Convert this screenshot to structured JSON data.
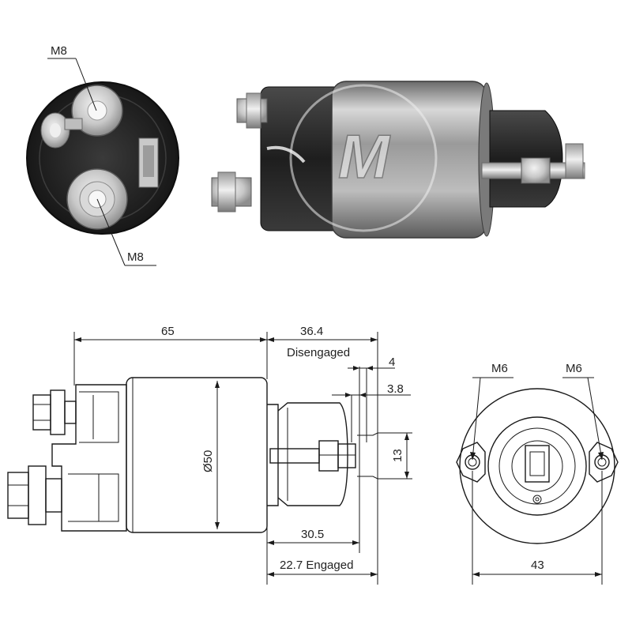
{
  "photo_labels": {
    "terminal_top": "M8",
    "terminal_bottom": "M8",
    "logo_letter": "M"
  },
  "dimensions": {
    "length": "65",
    "plunger_disengaged_value": "36.4",
    "plunger_disengaged_text": "Disengaged",
    "gap_a": "4",
    "gap_b": "3.8",
    "diameter": "Ø50",
    "plunger_height": "13",
    "plunger_length": "30.5",
    "engaged": "22.7 Engaged",
    "mount_left": "M6",
    "mount_right": "M6",
    "mount_width": "43"
  },
  "colors": {
    "metal_dark": "#2b2b2b",
    "metal_mid": "#8a8a8a",
    "metal_light": "#d6d6d6",
    "line": "#1a1a1a"
  }
}
